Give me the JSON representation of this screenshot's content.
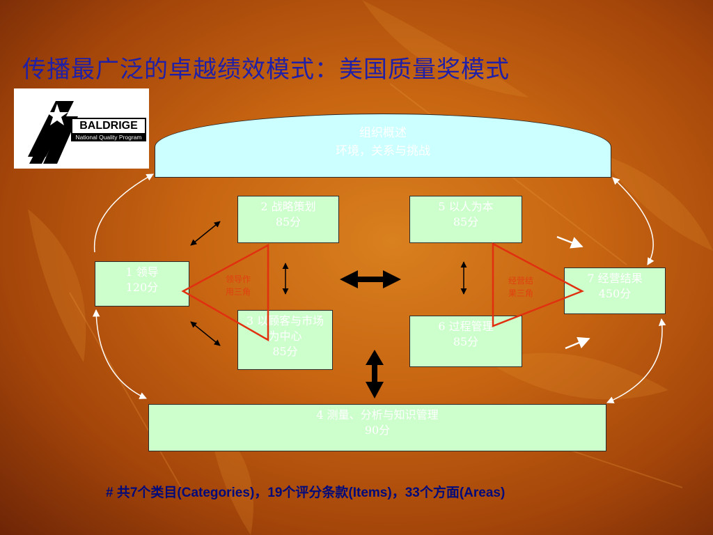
{
  "title": "传播最广泛的卓越绩效模式：美国质量奖模式",
  "logo": {
    "brand": "BALDRIGE",
    "subtitle": "National Quality Program"
  },
  "profile": {
    "heading": "组织概述",
    "subheading": "环境，关系与挑战"
  },
  "categories": [
    {
      "num": "1",
      "name": "领导",
      "score": "120分"
    },
    {
      "num": "2",
      "name": "战略策划",
      "score": "85分"
    },
    {
      "num": "3",
      "name": "以顾客与市场为中心",
      "score": "85分"
    },
    {
      "num": "4",
      "name": "测量、分析与知识管理",
      "score": "90分"
    },
    {
      "num": "5",
      "name": "以人为本",
      "score": "85分"
    },
    {
      "num": "6",
      "name": "过程管理",
      "score": "85分"
    },
    {
      "num": "7",
      "name": "经营结果",
      "score": "450分"
    }
  ],
  "triads": {
    "left": {
      "line1": "领导作",
      "line2": "用三角"
    },
    "right": {
      "line1": "经营结",
      "line2": "果三角"
    }
  },
  "footer": "# 共7个类目(Categories)，19个评分条款(Items)，33个方面(Areas)",
  "colors": {
    "title": "#1f1fa8",
    "box_fill": "#ccffcc",
    "profile_fill": "#ccffff",
    "triangle": "#e03010",
    "footer": "#000a7a"
  }
}
